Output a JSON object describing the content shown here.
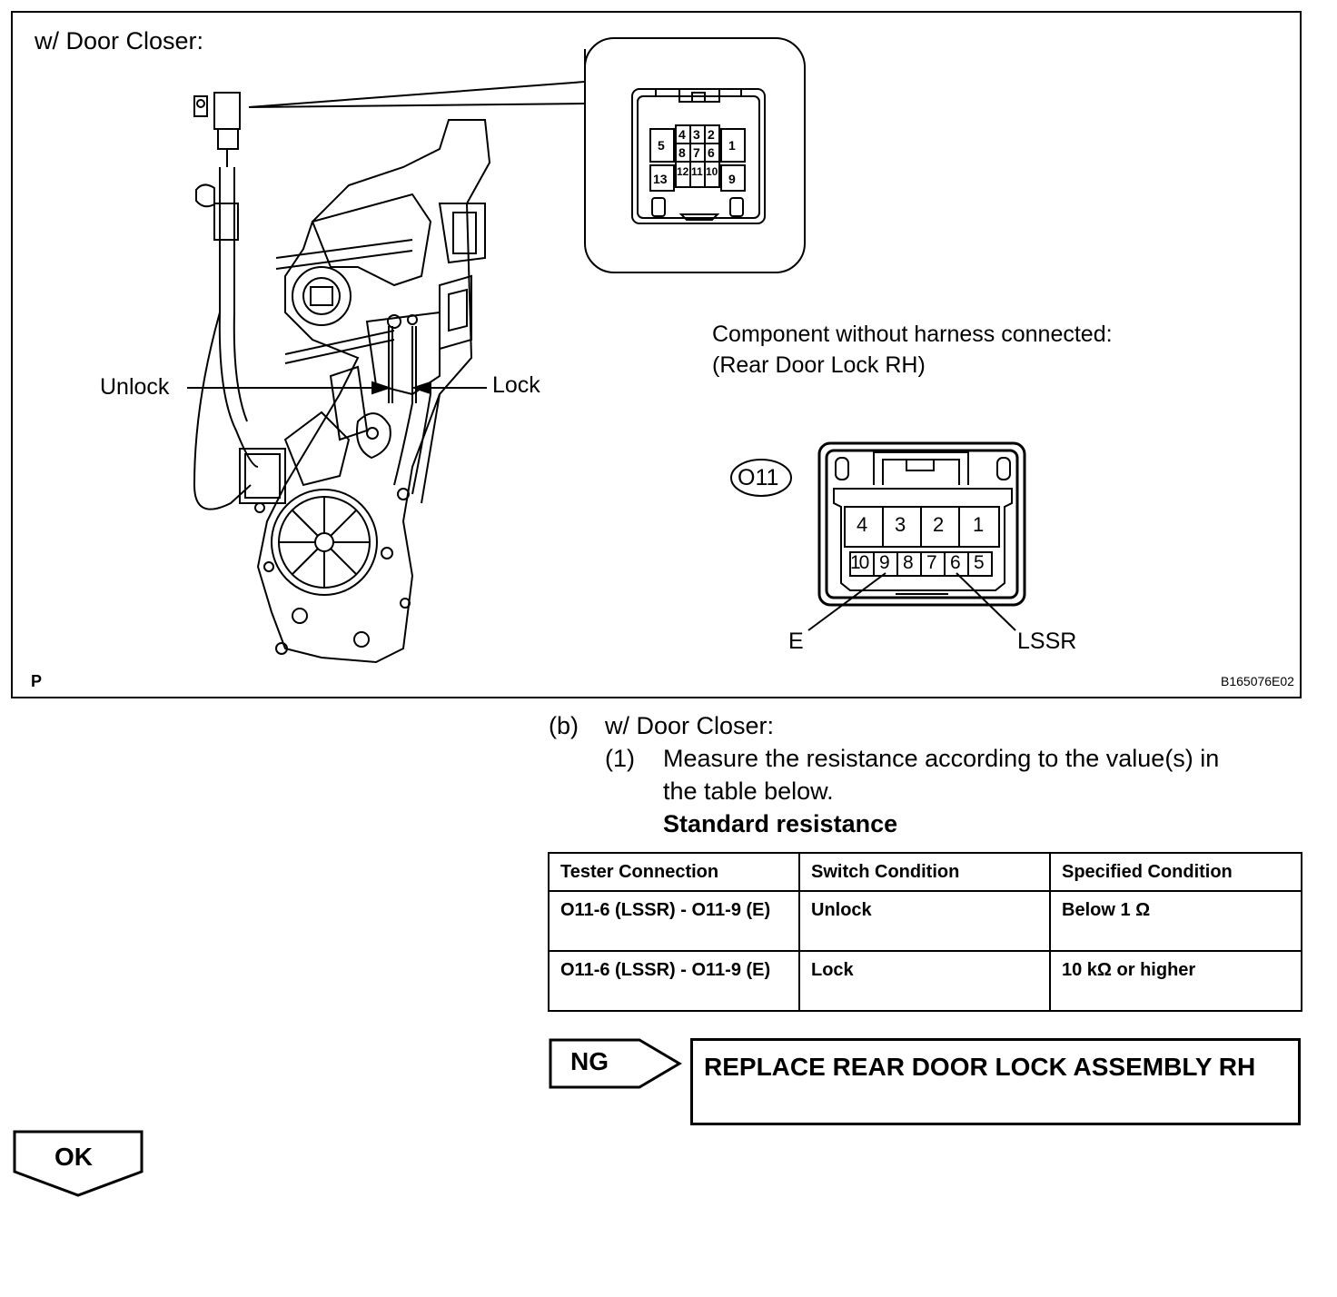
{
  "figure": {
    "title": "w/ Door Closer:",
    "unlock_label": "Unlock",
    "lock_label": "Lock",
    "component_note_line1": "Component without harness connected:",
    "component_note_line2": "(Rear Door Lock RH)",
    "connector_id": "O11",
    "terminal_e": "E",
    "terminal_lssr": "LSSR",
    "corner_left": "P",
    "figure_code": "B165076E02",
    "small_connector_pins": [
      "5",
      "4",
      "3",
      "2",
      "8",
      "7",
      "6",
      "1",
      "13",
      "12",
      "11",
      "10",
      "9"
    ],
    "large_connector_top_pins": [
      "4",
      "3",
      "2",
      "1"
    ],
    "large_connector_bottom_pins": [
      "10",
      "9",
      "8",
      "7",
      "6",
      "5"
    ]
  },
  "step": {
    "label_b": "(b)",
    "heading_b": "w/ Door Closer:",
    "label_1": "(1)",
    "text_1_line1": "Measure the resistance according to the value(s) in",
    "text_1_line2": "the table below.",
    "standard_title": "Standard resistance"
  },
  "table": {
    "headers": [
      "Tester Connection",
      "Switch Condition",
      "Specified Condition"
    ],
    "rows": [
      [
        "O11-6 (LSSR) - O11-9 (E)",
        "Unlock",
        "Below 1 Ω"
      ],
      [
        "O11-6 (LSSR) - O11-9 (E)",
        "Lock",
        "10 kΩ or higher"
      ]
    ]
  },
  "result": {
    "ng_label": "NG",
    "ng_action": "REPLACE REAR DOOR LOCK ASSEMBLY RH",
    "ok_label": "OK"
  }
}
